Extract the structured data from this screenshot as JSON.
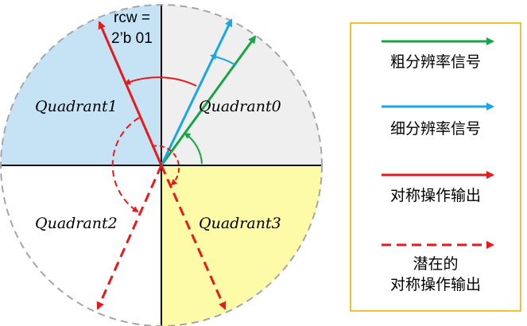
{
  "diagram": {
    "quadrants": [
      "Quadrant0",
      "Quadrant1",
      "Quadrant2",
      "Quadrant3"
    ],
    "rcw_line1": "rcw =",
    "rcw_line2": "2’b 01"
  },
  "legend": {
    "items": [
      {
        "label": "粗分辨率信号",
        "color": "#19a546",
        "style": "solid"
      },
      {
        "label": "细分辨率信号",
        "color": "#1aa6e6",
        "style": "solid"
      },
      {
        "label": "对称操作输出",
        "color": "#e51b1b",
        "style": "solid"
      },
      {
        "label_line1": "潜在的",
        "label_line2": "对称操作输出",
        "color": "#e51b1b",
        "style": "dashed"
      }
    ]
  },
  "colors": {
    "q0_fill": "#efefef",
    "q1_fill": "#c6e3f6",
    "q3_fill": "#fdfaa8",
    "circle": "#a6a6a6",
    "border": "#f2c12e"
  }
}
